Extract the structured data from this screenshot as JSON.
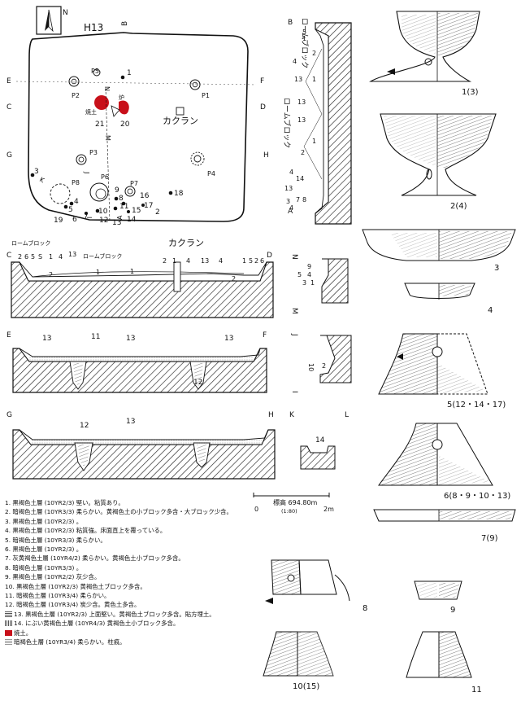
{
  "plan": {
    "title": "H13",
    "compass": "N",
    "points": {
      "B": "B",
      "E": "E",
      "F": "F",
      "C": "C",
      "D": "D",
      "G": "G",
      "H": "H",
      "I": "I",
      "J": "J",
      "K": "K",
      "L": "L",
      "M": "M",
      "N": "N",
      "A": "A"
    },
    "pits": [
      "P5",
      "P2",
      "P1",
      "P3",
      "P4",
      "P6",
      "P7",
      "P8"
    ],
    "labels": {
      "kakuran": "カクラン",
      "yakedo": "焼土",
      "ro": "炉"
    },
    "finds": [
      "1",
      "2",
      "3",
      "4",
      "5",
      "6",
      "7",
      "8",
      "9",
      "10",
      "11",
      "12",
      "13",
      "14",
      "15",
      "16",
      "17",
      "18",
      "19",
      "20",
      "21"
    ]
  },
  "sections": {
    "cd": {
      "kakuran": "カクラン",
      "loam1": "ロームブロック",
      "loam2": "ロームブロック",
      "layers": [
        "2",
        "6",
        "5",
        "S",
        "1",
        "4",
        "13",
        "1",
        "2",
        "1",
        "4",
        "13",
        "4",
        "2",
        "1",
        "5",
        "2",
        "6",
        "1",
        "2"
      ]
    },
    "ef": {
      "layers": [
        "13",
        "11",
        "13",
        "13",
        "12"
      ]
    },
    "gh": {
      "layers": [
        "12",
        "13"
      ]
    },
    "kl": {
      "layers": [
        "14"
      ]
    },
    "ba": {
      "loam_top": "ロームブロック",
      "loam_mid": "ロームブロック",
      "layers": [
        "1",
        "5",
        "2",
        "4",
        "13",
        "1",
        "13",
        "2",
        "1",
        "13",
        "4",
        "14",
        "13",
        "7",
        "8",
        "4",
        "3"
      ]
    },
    "nm": {
      "layers": [
        "9",
        "4",
        "3",
        "5",
        "1"
      ]
    },
    "ji": {
      "layers": [
        "10",
        "2"
      ]
    }
  },
  "scale": {
    "elevation": "標高 694.80m",
    "ratio": "(1:80)",
    "zero": "0",
    "max": "2m"
  },
  "legend": [
    "1. 黒褐色土層 (10YR2/3) 堅い。粘質あり。",
    "2. 暗褐色土層 (10YR3/3) 柔らかい。黄褐色土の小ブロック多含・大ブロック少含。",
    "3. 黒褐色土層 (10YR2/3) 。",
    "4. 黒褐色土層 (10YR2/3) 粘質強。床面直上を覆っている。",
    "5. 暗褐色土層 (10YR3/3) 柔らかい。",
    "6. 黒褐色土層 (10YR2/3) 。",
    "7. 灰黄褐色土層 (10YR4/2) 柔らかい。黄褐色土小ブロック多含。",
    "8. 暗褐色土層 (10YR3/3) 。",
    "9. 黒褐色土層 (10YR2/2) 灰少含。",
    "10. 黒褐色土層 (10YR2/3) 黄褐色土ブロック多含。",
    "11. 暗褐色土層 (10YR3/4) 柔らかい。",
    "12. 暗褐色土層 (10YR3/4) 炭少含。黄色土多含。",
    "13. 黒褐色土層 (10YR2/3) 上面堅い。黄褐色土ブロック多含。貼方埋土。",
    "14. にぶい黄褐色土層 (10YR4/3) 黄褐色土小ブロック多含。",
    "焼土。",
    "暗褐色土層 (10YR3/4) 柔らかい。柱痕。"
  ],
  "artifacts": [
    "1(3)",
    "2(4)",
    "3",
    "4",
    "5(12・14・17)",
    "6(8・9・10・13)",
    "7(9)",
    "8",
    "9",
    "10(15)",
    "11"
  ],
  "colors": {
    "burnt_soil": "#c8101a",
    "ink": "#111111"
  }
}
